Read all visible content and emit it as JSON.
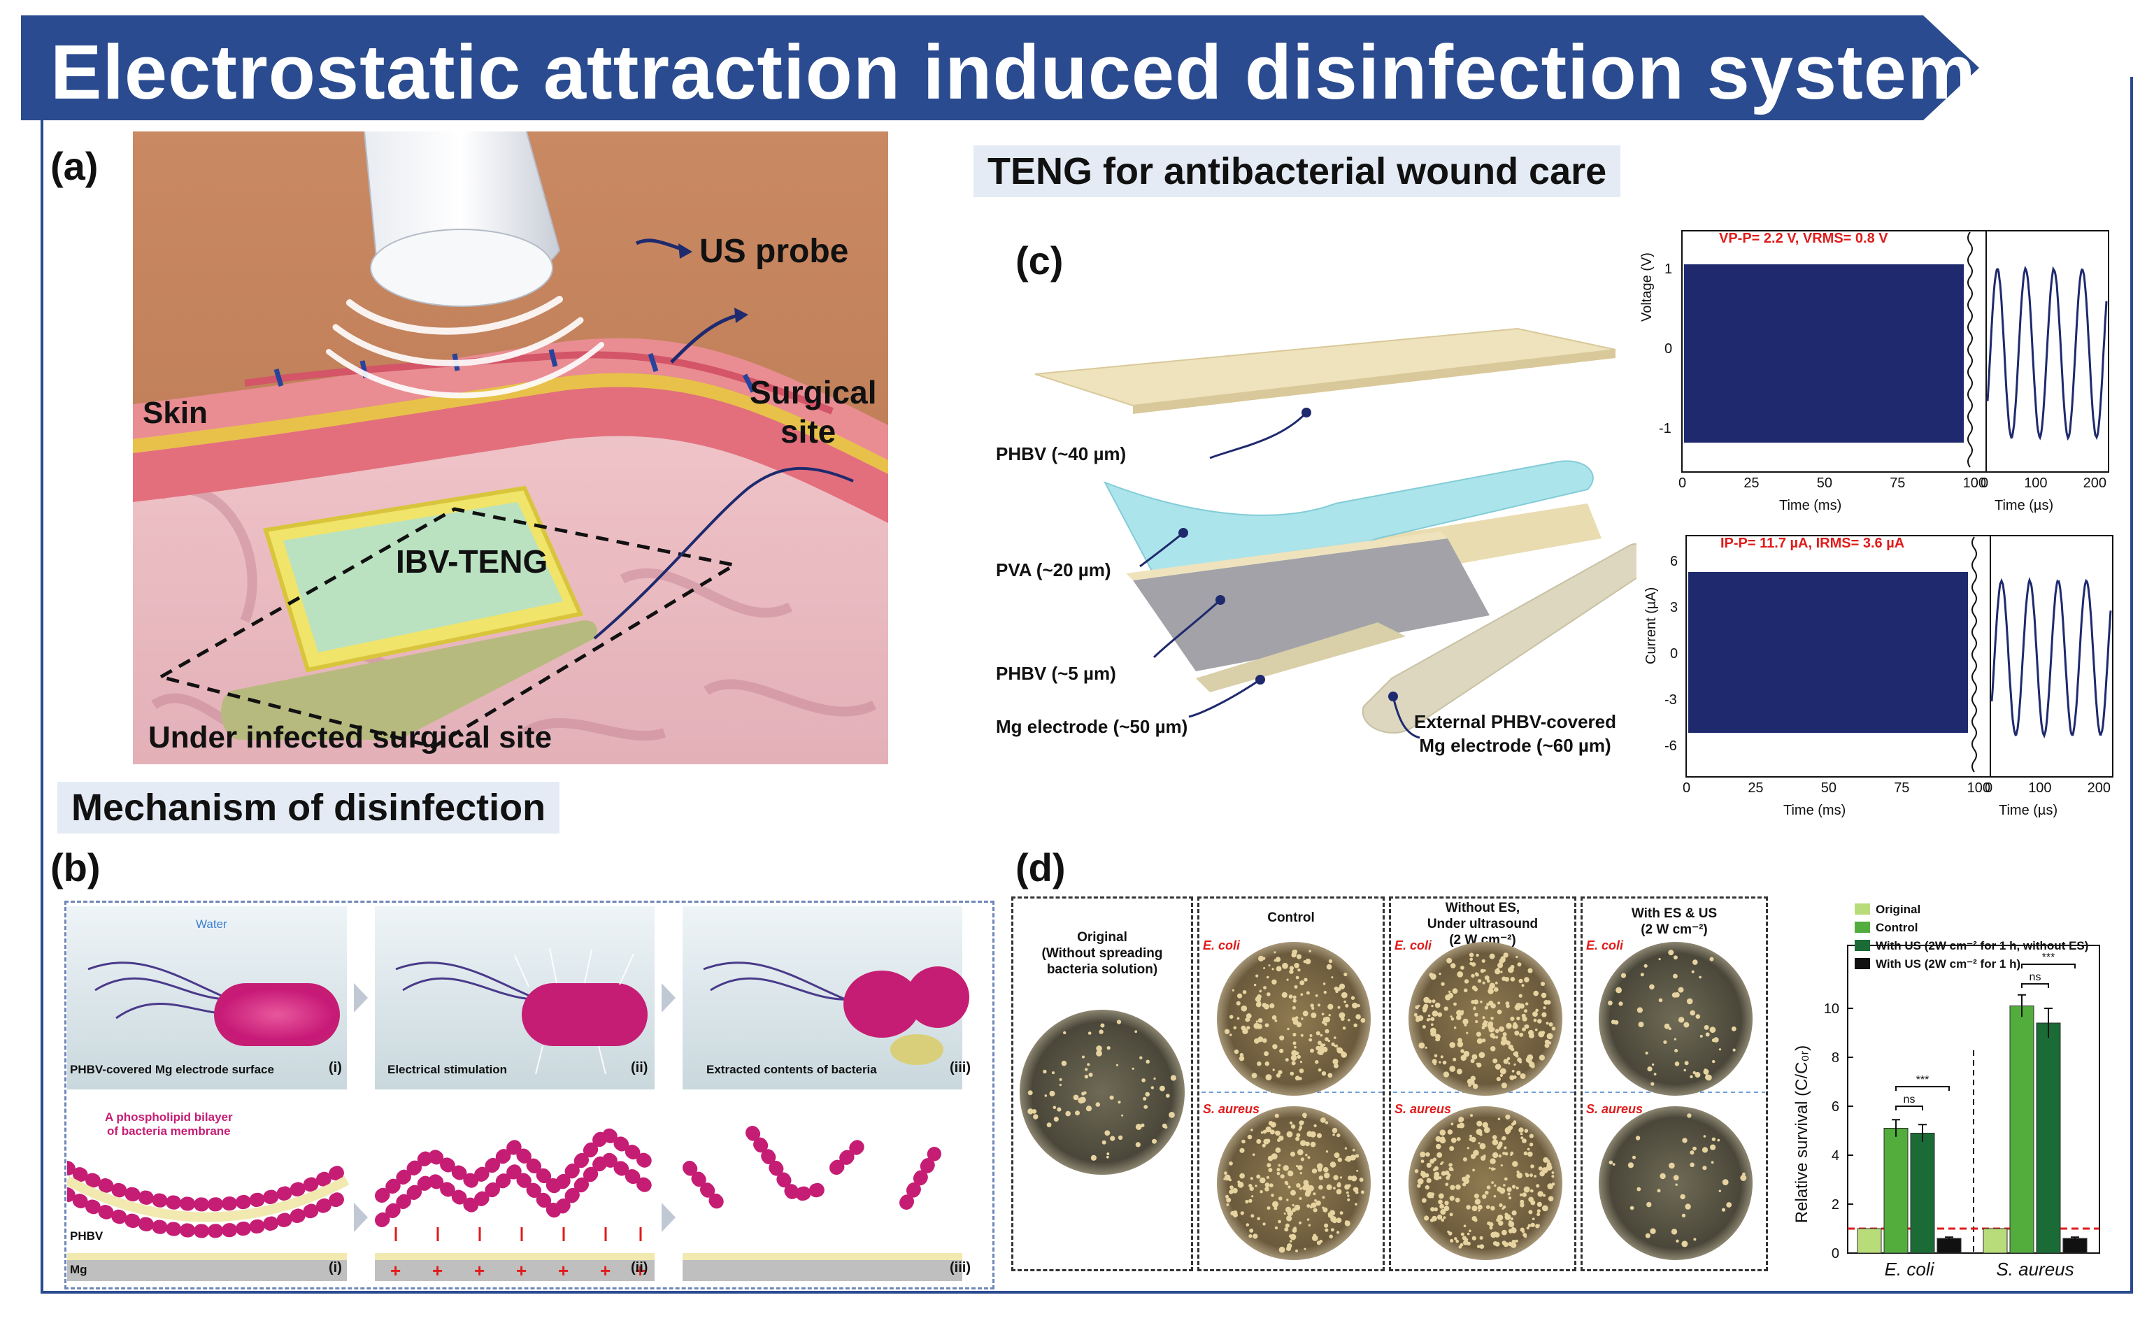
{
  "title": "Electrostatic attraction induced disinfection system",
  "colors": {
    "banner": "#2a4b8f",
    "accent_red": "#e01b1b",
    "signal": "#1f2a6e"
  },
  "panel_a": {
    "letter": "(a)",
    "labels": {
      "us_probe": "US probe",
      "surgical_site_1": "Surgical",
      "surgical_site_2": "site",
      "skin": "Skin",
      "device": "IBV-TENG",
      "under": "Under infected surgical site"
    }
  },
  "panel_b": {
    "letter": "(b)",
    "heading": "Mechanism of disinfection",
    "top": {
      "water": "Water",
      "captions": [
        "PHBV-covered Mg electrode surface",
        "Electrical stimulation",
        "Extracted contents of bacteria"
      ],
      "numerals": [
        "(i)",
        "(ii)",
        "(iii)"
      ]
    },
    "bottom": {
      "membrane_1": "A phospholipid bilayer",
      "membrane_2": "of bacteria membrane",
      "phbv": "PHBV",
      "mg": "Mg",
      "numerals": [
        "(i)",
        "(ii)",
        "(iii)"
      ]
    }
  },
  "panel_c": {
    "letter": "(c)",
    "heading": "TENG for antibacterial wound care",
    "layers": {
      "phbv40": "PHBV (~40 µm)",
      "pva": "PVA (~20 µm)",
      "phbv5": "PHBV (~5 µm)",
      "mg": "Mg electrode (~50 µm)",
      "external_1": "External PHBV-covered",
      "external_2": "Mg electrode (~60 µm)"
    },
    "voltage_plot": {
      "annotation": "VP-P= 2.2 V,  VRMS= 0.8 V",
      "ylabel": "Voltage (V)",
      "xlabel_left": "Time (ms)",
      "xlabel_right": "Time (µs)",
      "yticks": [
        "1",
        "0",
        "-1"
      ],
      "xticks_left": [
        "0",
        "25",
        "50",
        "75",
        "100"
      ],
      "xticks_right": [
        "0",
        "100",
        "200"
      ]
    },
    "current_plot": {
      "annotation": "IP-P= 11.7 µA,  IRMS= 3.6 µA",
      "ylabel": "Current (µA)",
      "xlabel_left": "Time (ms)",
      "xlabel_right": "Time (µs)",
      "yticks": [
        "6",
        "3",
        "0",
        "-3",
        "-6"
      ],
      "xticks_left": [
        "0",
        "25",
        "50",
        "75",
        "100"
      ],
      "xticks_right": [
        "0",
        "100",
        "200"
      ]
    }
  },
  "panel_d": {
    "letter": "(d)",
    "plates": {
      "original": "Original\n(Without spreading\nbacteria solution)",
      "control": "Control",
      "without_es": "Without ES,\nUnder ultrasound\n(2 W cm⁻²)",
      "with_es": "With ES & US\n(2 W cm⁻²)",
      "ecoli": "E. coli",
      "saureus": "S. aureus"
    }
  },
  "chart_data": {
    "type": "bar",
    "categories": [
      "E. coli",
      "S. aureus"
    ],
    "series": [
      {
        "name": "Original",
        "values": [
          1.0,
          1.0
        ],
        "color": "#b9dc7a"
      },
      {
        "name": "Control",
        "values": [
          5.1,
          10.1
        ],
        "color": "#52ad3d"
      },
      {
        "name": "With US (2W cm⁻² for 1 h, without ES)",
        "values": [
          4.9,
          9.4
        ],
        "color": "#1a6b35"
      },
      {
        "name": "With US (2W cm⁻² for 1 h)",
        "values": [
          0.6,
          0.6
        ],
        "color": "#111111"
      }
    ],
    "errors": [
      [
        0,
        0
      ],
      [
        0.35,
        0.45
      ],
      [
        0.35,
        0.6
      ],
      [
        0.05,
        0.05
      ]
    ],
    "ylabel": "Relative survival (C/C₀ᵣ)",
    "ylim": [
      0,
      12
    ],
    "yticks": [
      "0",
      "2",
      "4",
      "6",
      "8",
      "10"
    ],
    "reference_line": 1.0,
    "significance": [
      "ns",
      "***",
      "ns",
      "***"
    ],
    "legend": "top-left"
  }
}
